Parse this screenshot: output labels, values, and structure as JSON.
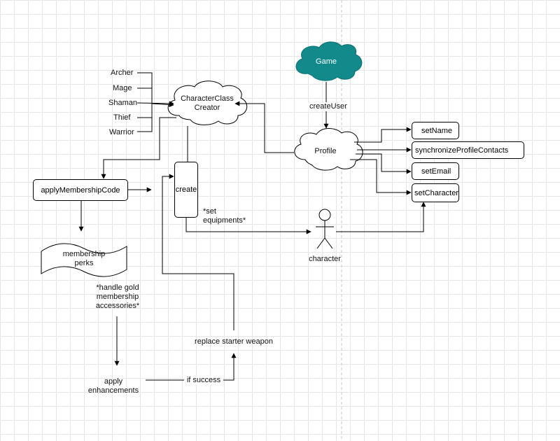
{
  "classes": [
    "Archer",
    "Mage",
    "Shaman",
    "Thief",
    "Warrior"
  ],
  "nodes": {
    "game": "Game",
    "creator": "CharacterClass\nCreator",
    "profile": "Profile",
    "apply_membership_code": "applyMembershipCode",
    "create": "create",
    "membership_perks": "membership\nperks",
    "character": "character",
    "replace_weapon": "replace starter weapon",
    "apply_enhancements": "apply\nenhancements",
    "set_name": "setName",
    "sync_contacts": "synchronizeProfileContacts",
    "set_email": "setEmail",
    "set_character": "setCharacter"
  },
  "edge_labels": {
    "create_user": "createUser",
    "set_equipments": "*set\nequipments*",
    "handle_gold": "*handle gold\nmembership\naccessories*",
    "if_success": "if success"
  },
  "colors": {
    "game_fill": "#128a8c",
    "game_text": "#ffffff",
    "line": "#000000",
    "divider": "#c8c8c8"
  }
}
